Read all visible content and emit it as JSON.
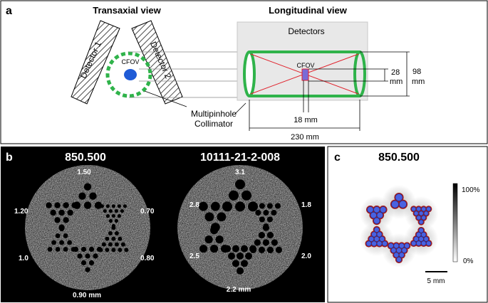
{
  "panel_a": {
    "label": "a",
    "transaxial_title": "Transaxial view",
    "longitudinal_title": "Longitudinal view",
    "detector1": "Detector 1",
    "detector2": "Detector 2",
    "cfov": "CFOV",
    "detectors": "Detectors",
    "cfov_small": "CFOV",
    "collimator_line1": "Multipinhole",
    "collimator_line2": "Collimator",
    "dim_28": "28",
    "dim_28_unit": "mm",
    "dim_98": "98",
    "dim_98_unit": "mm",
    "dim_18": "18 mm",
    "dim_230": "230 mm"
  },
  "panel_b": {
    "label": "b",
    "phantom1": {
      "title": "850.500",
      "labels": {
        "top": "1.50",
        "upper_left": "1.20",
        "upper_right": "0.70",
        "lower_left": "1.0",
        "lower_right": "0.80",
        "bottom": "0.90 mm"
      }
    },
    "phantom2": {
      "title": "10111-21-2-008",
      "labels": {
        "top": "3.1",
        "upper_left": "2.8",
        "upper_right": "1.8",
        "lower_left": "2.5",
        "lower_right": "2.0",
        "bottom": "2.2 mm"
      }
    }
  },
  "panel_c": {
    "label": "c",
    "title": "850.500",
    "colorbar_max": "100%",
    "colorbar_min": "0%",
    "scalebar": "5 mm"
  },
  "colors": {
    "collimator_green": "#2fb34a",
    "cfov_blue": "#1f5bd6",
    "ray_red": "#e0202a",
    "hole_blue": "#4a62e0",
    "hot_red": "#a81a1a"
  }
}
